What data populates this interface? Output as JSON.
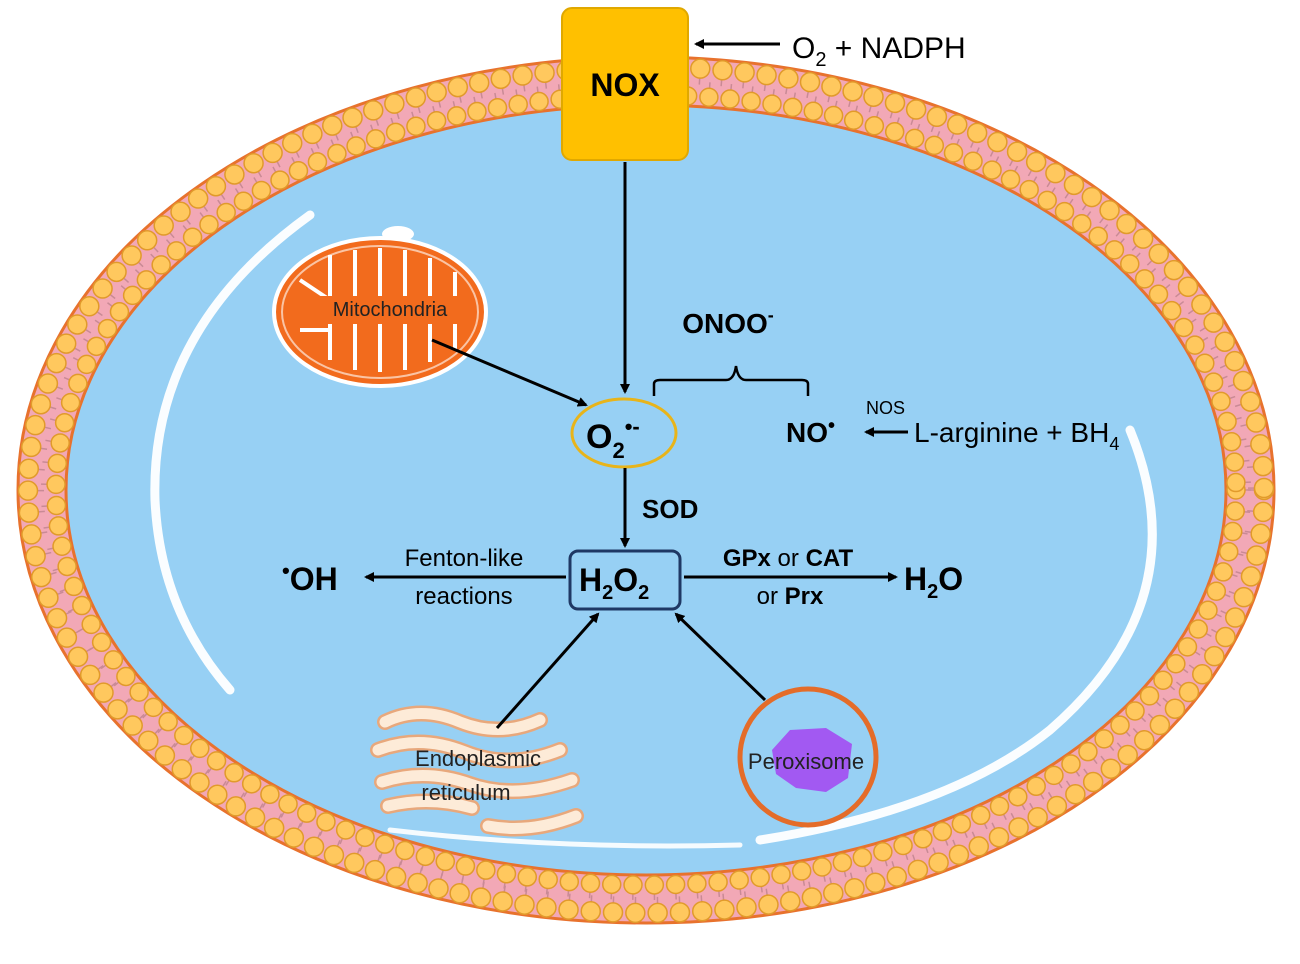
{
  "colors": {
    "cytoplasm": "#97D0F4",
    "membrane_pink": "#F2A8B6",
    "lipid_head": "#FFC85E",
    "lipid_head_stroke": "#E19A2B",
    "outer_rim": "#E8722D",
    "nox_box": "#FFC000",
    "mitochondria": "#F26B1D",
    "o2_ring": "#E8B41A",
    "h2o2_box": "#5B9BD5",
    "peroxisome_ring": "#E46C29",
    "peroxisome_body": "#A259F2",
    "er_fill": "#FDEBD8",
    "er_stroke": "#E8A87C",
    "arrow": "#000000"
  },
  "labels": {
    "nox": "NOX",
    "nox_input": {
      "o": "O",
      "sub": "2",
      "rest": " + NADPH"
    },
    "mitochondria": "Mitochondria",
    "onoo": {
      "text": "ONOO",
      "sup": "-"
    },
    "superoxide": {
      "o": "O",
      "sub": "2",
      "sup": "•-"
    },
    "no": {
      "text": "NO",
      "sup": "•"
    },
    "nos": "NOS",
    "arginine": {
      "text": "L-arginine + BH",
      "sub": "4"
    },
    "sod": "SOD",
    "h2o2": {
      "h": "H",
      "sub1": "2",
      "o": "O",
      "sub2": "2"
    },
    "oh": {
      "sup": "•",
      "text": "OH"
    },
    "fenton_line1": "Fenton-like",
    "fenton_line2": "reactions",
    "gpx_line1": {
      "gpx": "GPx",
      "or": " or ",
      "cat": "CAT"
    },
    "gpx_line2": {
      "or": "or ",
      "prx": "Prx"
    },
    "water": {
      "h": "H",
      "sub": "2",
      "o": "O"
    },
    "er_line1": "Endoplasmic",
    "er_line2": "reticulum",
    "peroxisome": "Peroxisome"
  }
}
